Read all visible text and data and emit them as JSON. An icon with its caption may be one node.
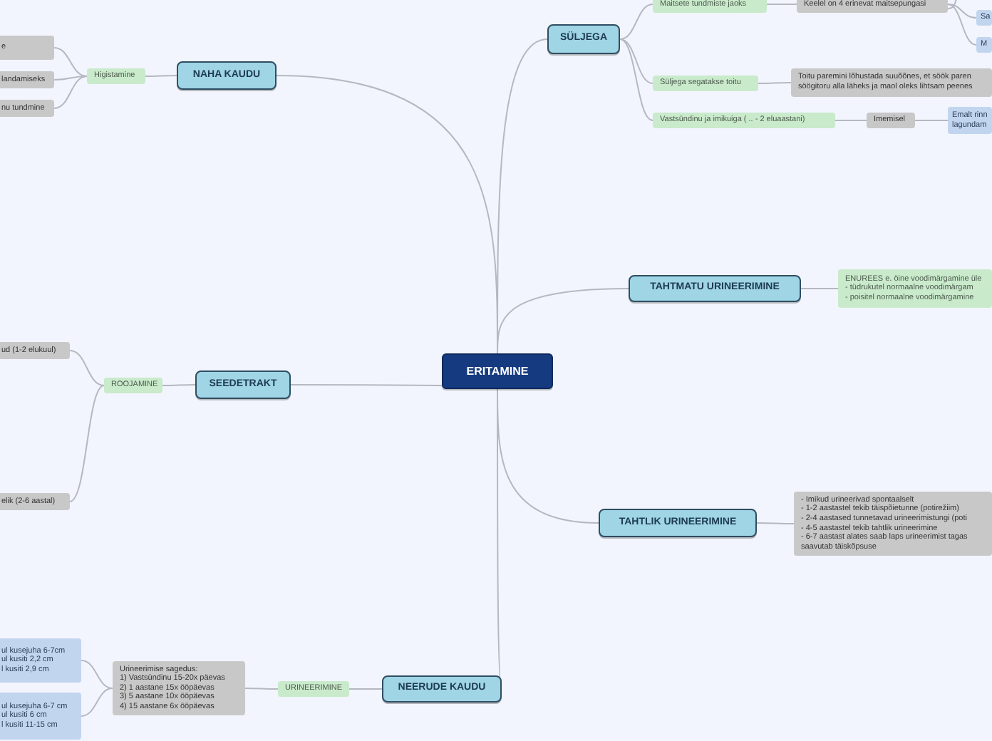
{
  "diagram": {
    "nodes": [
      {
        "text": [
          "ERITAMINE"
        ]
      },
      {
        "text": [
          "SÜLJEGA"
        ]
      },
      {
        "text": [
          "Maitsete tundmiste jaoks"
        ]
      },
      {
        "text": [
          "Keelel on 4 erinevat maitsepungasi"
        ]
      },
      {
        "text": [
          "Sa"
        ]
      },
      {
        "text": [
          "M"
        ]
      },
      {
        "text": [
          "Süljega segatakse toitu"
        ]
      },
      {
        "text": [
          "Toitu paremini lõhustada suuõõnes, et söök paren söögitoru alla läheks ja maol oleks lihtsam peenes"
        ]
      },
      {
        "text": [
          "Vastsündinu ja imikuiga ( .. - 2 eluaastani)"
        ]
      },
      {
        "text": [
          "Imemisel"
        ]
      },
      {
        "text": [
          "Emalt rinn lagundam"
        ]
      },
      {
        "text": [
          "TAHTMATU URINEERIMINE"
        ]
      },
      {
        "text": [
          "ENUREES e. öine voodimärgamine üle",
          "- tüdrukutel normaalne voodimärgam",
          "- poisitel normaalne voodimärgamine"
        ]
      },
      {
        "text": [
          "TAHTLIK URINEERIMINE"
        ]
      },
      {
        "text": [
          "- Imikud urineerivad spontaalselt",
          "- 1-2 aastastel tekib täispõietunne (potirežiim)",
          "- 2-4 aastased tunnetavad urineerimistungi (poti",
          "- 4-5 aastastel tekib tahtlik urineerimine",
          "- 6-7 aastast alates saab laps urineerimist tagas saavutab täiskõpsuse"
        ]
      },
      {
        "text": [
          "NEERUDE KAUDU"
        ]
      },
      {
        "text": [
          "URINEERIMINE"
        ]
      },
      {
        "text": [
          "Urineerimise sagedus:",
          "1) Vastsündinu 15-20x päevas",
          "2) 1 aastane 15x ööpäevas",
          "3) 5 aastane 10x ööpäevas",
          "4) 15 aastane 6x ööpäevas"
        ]
      },
      {
        "text": [
          "ul kusejuha 6-7cm",
          "ul kusiti 2,2 cm",
          "l kusiti 2,9 cm"
        ]
      },
      {
        "text": [
          "ul kusejuha 6-7 cm",
          "ul kusiti 6 cm",
          "l kusiti 11-15 cm"
        ]
      },
      {
        "text": [
          "SEEDETRAKT"
        ]
      },
      {
        "text": [
          "ROOJAMINE"
        ]
      },
      {
        "text": [
          "ud (1-2 elukuul)"
        ]
      },
      {
        "text": [
          "elik (2-6 aastal)"
        ]
      },
      {
        "text": [
          "NAHA KAUDU"
        ]
      },
      {
        "text": [
          "Higistamine"
        ]
      },
      {
        "text": [
          "e"
        ]
      },
      {
        "text": [
          "landamiseks"
        ]
      },
      {
        "text": [
          "nu tundmine"
        ]
      }
    ],
    "edges": [
      {
        "from": 0,
        "to": 1,
        "arrow": "none"
      },
      {
        "from": 0,
        "to": 11,
        "arrow": "none"
      },
      {
        "from": 0,
        "to": 13,
        "arrow": "none"
      },
      {
        "from": 0,
        "to": 15,
        "arrow": "none"
      },
      {
        "from": 0,
        "to": 20,
        "arrow": "none"
      },
      {
        "from": 0,
        "to": 24,
        "arrow": "none"
      },
      {
        "from": 1,
        "to": 2,
        "arrow": "none"
      },
      {
        "from": 1,
        "to": 6,
        "arrow": "none"
      },
      {
        "from": 1,
        "to": 8,
        "arrow": "none"
      },
      {
        "from": 2,
        "to": 3,
        "arrow": "none"
      },
      {
        "from": 3,
        "to": 4,
        "arrow": "none"
      },
      {
        "from": 3,
        "to": 5,
        "arrow": "none"
      },
      {
        "from": 3,
        "to": null,
        "arrow": "none"
      },
      {
        "from": 6,
        "to": 7,
        "arrow": "none"
      },
      {
        "from": 8,
        "to": 9,
        "arrow": "none"
      },
      {
        "from": 9,
        "to": 10,
        "arrow": "none"
      },
      {
        "from": 11,
        "to": 12,
        "arrow": "none"
      },
      {
        "from": 13,
        "to": 14,
        "arrow": "none"
      },
      {
        "from": 15,
        "to": 16,
        "arrow": "none"
      },
      {
        "from": 16,
        "to": 17,
        "arrow": "none"
      },
      {
        "from": 17,
        "to": 18,
        "arrow": "none"
      },
      {
        "from": 17,
        "to": 19,
        "arrow": "none"
      },
      {
        "from": 20,
        "to": 21,
        "arrow": "none"
      },
      {
        "from": 21,
        "to": 22,
        "arrow": "none"
      },
      {
        "from": 21,
        "to": 23,
        "arrow": "none"
      },
      {
        "from": 24,
        "to": 25,
        "arrow": "none"
      },
      {
        "from": 25,
        "to": 26,
        "arrow": "none"
      },
      {
        "from": 25,
        "to": 27,
        "arrow": "none"
      },
      {
        "from": 25,
        "to": 28,
        "arrow": "none"
      }
    ]
  }
}
